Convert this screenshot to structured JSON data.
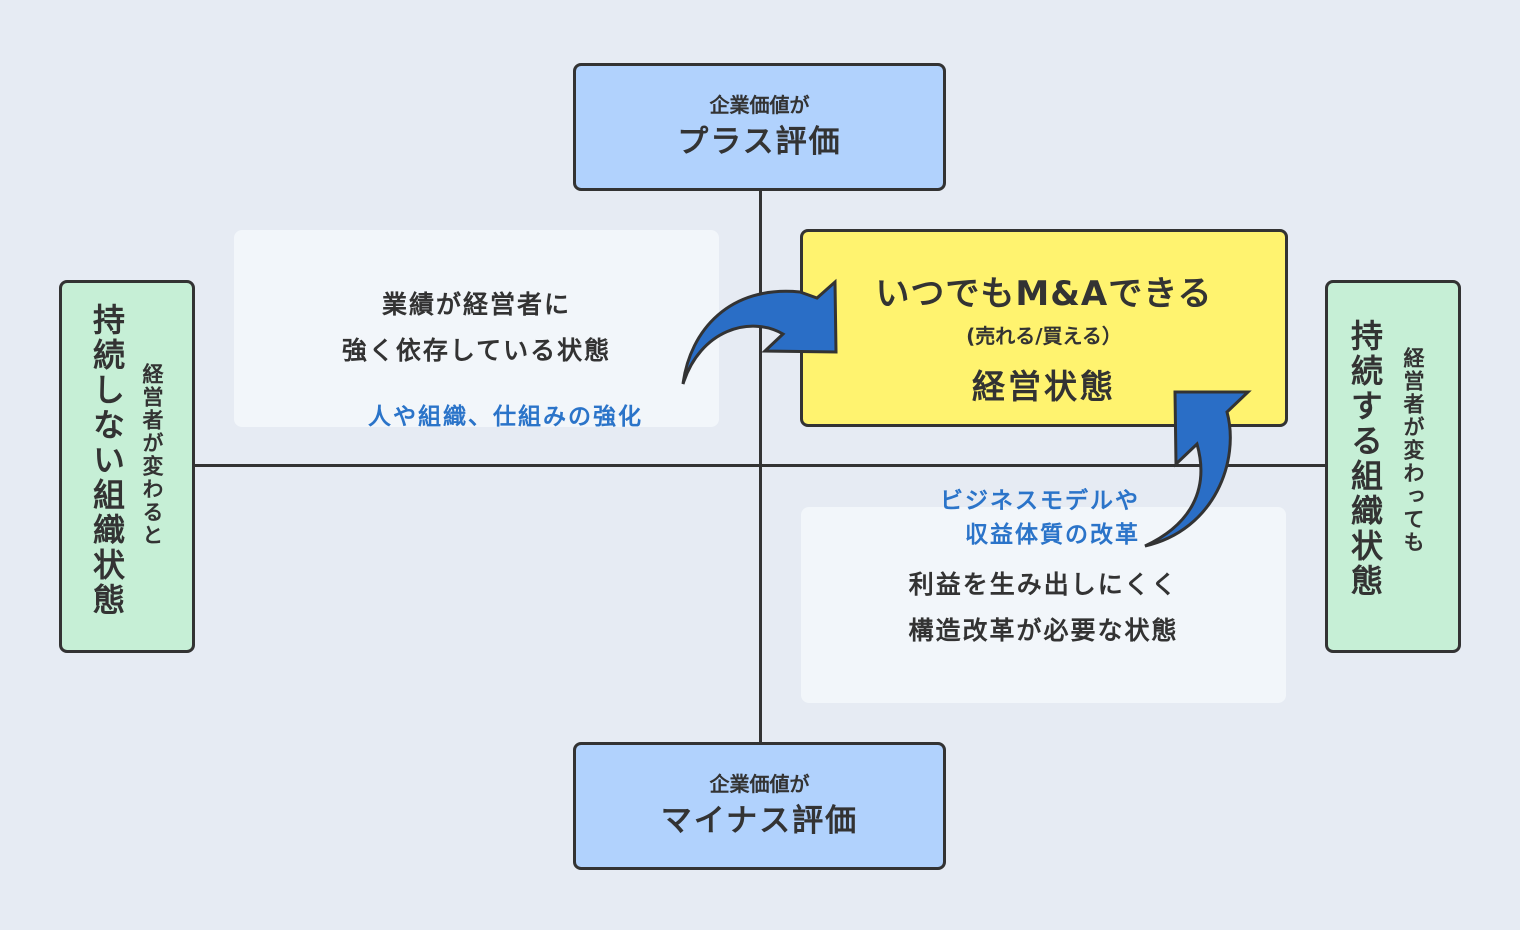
{
  "colors": {
    "background": "#e6ebf3",
    "axis": "#333333",
    "value_box": "#b1d2fd",
    "org_box": "#c6efd6",
    "goal_box": "#fff36f",
    "panel": "#f2f6fa",
    "arrow": "#2a6ec6",
    "action_text": "#2b74c9"
  },
  "top_box": {
    "small": "企業価値が",
    "big": "プラス評価"
  },
  "bottom_box": {
    "small": "企業価値が",
    "big": "マイナス評価"
  },
  "left_box": {
    "main": "持続しない組織状態",
    "sub": "経営者が変わると"
  },
  "right_box": {
    "main": "持続する組織状態",
    "sub": "経営者が変わっても"
  },
  "top_left_panel": {
    "line1": "業績が経営者に",
    "line2": "強く依存している状態"
  },
  "bottom_right_panel": {
    "line1": "利益を生み出しにくく",
    "line2": "構造改革が必要な状態"
  },
  "goal_box": {
    "line1": "いつでもM&Aできる",
    "line2": "(売れる/買える）",
    "line3": "経営状態"
  },
  "actions": {
    "top_left": "人や組織、仕組みの強化",
    "bottom_right_line1": "ビジネスモデルや",
    "bottom_right_line2": "収益体質の改革"
  }
}
